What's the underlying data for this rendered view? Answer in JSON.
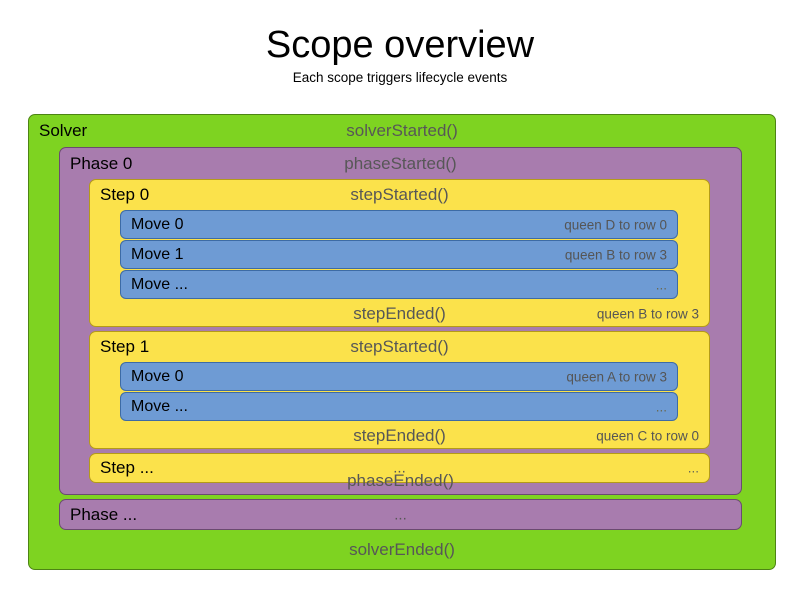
{
  "heading": {
    "title": "Scope overview",
    "subtitle": "Each scope triggers lifecycle events"
  },
  "colors": {
    "solver": "#7ED321",
    "phase": "#A87CAE",
    "step": "#FBE24B",
    "move": "#6E9BD4",
    "event_text": "#575757",
    "name_text": "#000000",
    "detail_text": "#555555",
    "background": "#FFFFFF"
  },
  "solver": {
    "name": "Solver",
    "started_event": "solverStarted()",
    "ended_event": "solverEnded()",
    "phases": [
      {
        "name": "Phase 0",
        "started_event": "phaseStarted()",
        "ended_event": "phaseEnded()",
        "steps": [
          {
            "name": "Step 0",
            "started_event": "stepStarted()",
            "ended_event": "stepEnded()",
            "ended_detail": "queen B to row 3",
            "moves": [
              {
                "name": "Move 0",
                "detail": "queen D to row 0"
              },
              {
                "name": "Move 1",
                "detail": "queen B to row 3"
              },
              {
                "name": "Move ...",
                "detail": "..."
              }
            ]
          },
          {
            "name": "Step 1",
            "started_event": "stepStarted()",
            "ended_event": "stepEnded()",
            "ended_detail": "queen C to row 0",
            "moves": [
              {
                "name": "Move 0",
                "detail": "queen A to row 3"
              },
              {
                "name": "Move ...",
                "detail": "..."
              }
            ]
          },
          {
            "name": "Step ...",
            "started_event": "...",
            "ended_detail": "..."
          }
        ]
      },
      {
        "name": "Phase ...",
        "started_event": "..."
      }
    ]
  }
}
